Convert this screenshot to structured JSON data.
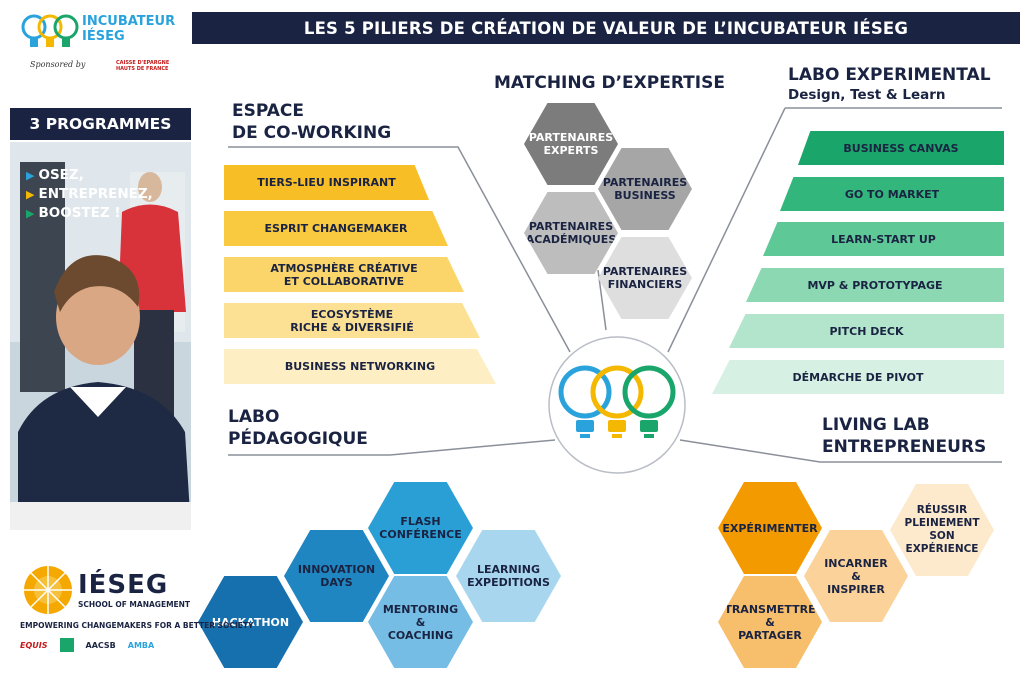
{
  "header": {
    "title": "LES 5 PILIERS DE CRÉATION DE VALEUR DE L’INCUBATEUR IÉSEG"
  },
  "logo": {
    "line1": "INCUBATEUR",
    "line2": "IÉSEG",
    "sponsor": "Sponsored by",
    "sponsor_brand": "CAISSE D'EPARGNE HAUTS DE FRANCE"
  },
  "programmes": {
    "title": "3 PROGRAMMES",
    "items": [
      "OSEZ,",
      "ENTREPRENEZ,",
      "BOOSTEZ !"
    ]
  },
  "coworking": {
    "title_l1": "ESPACE",
    "title_l2": "DE CO-WORKING",
    "items": [
      "TIERS-LIEU INSPIRANT",
      "ESPRIT CHANGEMAKER",
      "ATMOSPHÈRE CRÉATIVE\nET COLLABORATIVE",
      "ECOSYSTÈME\nRICHE & DIVERSIFIÉ",
      "BUSINESS NETWORKING"
    ]
  },
  "expertise": {
    "title": "MATCHING D’EXPERTISE",
    "items": [
      "PARTENAIRES\nEXPERTS",
      "PARTENAIRES\nBUSINESS",
      "PARTENAIRES\nACADÉMIQUES",
      "PARTENAIRES\nFINANCIERS"
    ]
  },
  "labo_exp": {
    "title": "LABO EXPERIMENTAL",
    "subtitle": "Design, Test & Learn",
    "items": [
      "BUSINESS CANVAS",
      "GO TO MARKET",
      "LEARN-START UP",
      "MVP & PROTOTYPAGE",
      "PITCH DECK",
      "DÉMARCHE DE PIVOT"
    ]
  },
  "labo_ped": {
    "title_l1": "LABO",
    "title_l2": "PÉDAGOGIQUE",
    "items": [
      "FLASH\nCONFÉRENCE",
      "INNOVATION\nDAYS",
      "LEARNING\nEXPEDITIONS",
      "HACKATHON",
      "MENTORING\n&\nCOACHING"
    ]
  },
  "living_lab": {
    "title_l1": "LIVING LAB",
    "title_l2": "ENTREPRENEURS",
    "items": [
      "EXPÉRIMENTER",
      "RÉUSSIR\nPLEINEMENT\nSON\nEXPÉRIENCE",
      "INCARNER\n&\nINSPIRER",
      "TRANSMETTRE\n&\nPARTAGER"
    ]
  },
  "school": {
    "name": "IÉSEG",
    "sub": "SCHOOL OF MANAGEMENT",
    "tagline": "EMPOWERING CHANGEMAKERS FOR A BETTER SOCIETY",
    "accreditations": [
      "EQUIS",
      "AACSB",
      "AMBA"
    ]
  },
  "colors": {
    "navy": "#1a2442",
    "blue": "#2aa3dc",
    "yellow": "#f5b800",
    "green": "#1aa66b",
    "orange": "#f29a00",
    "grey": "#8c8c8c"
  }
}
